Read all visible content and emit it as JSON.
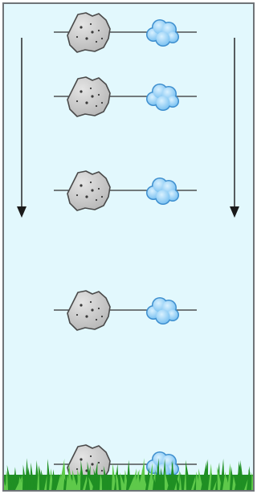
{
  "diagram": {
    "type": "falling-objects",
    "objects": [
      "rock-icon",
      "cloud-icon"
    ],
    "fall_direction": "down",
    "snapshot_count": 5,
    "ground": "grass-icon",
    "colors": {
      "background": "#e2f8fd",
      "frame": "#6f7478",
      "rock_fill": "#c9c9c9",
      "rock_stroke": "#4a4a4a",
      "cloud_fill": "#8fd0f5",
      "cloud_stroke": "#3e8fcf",
      "string": "#2f2f2f",
      "grass_light": "#5ec94a",
      "grass_dark": "#1f8f23"
    }
  }
}
